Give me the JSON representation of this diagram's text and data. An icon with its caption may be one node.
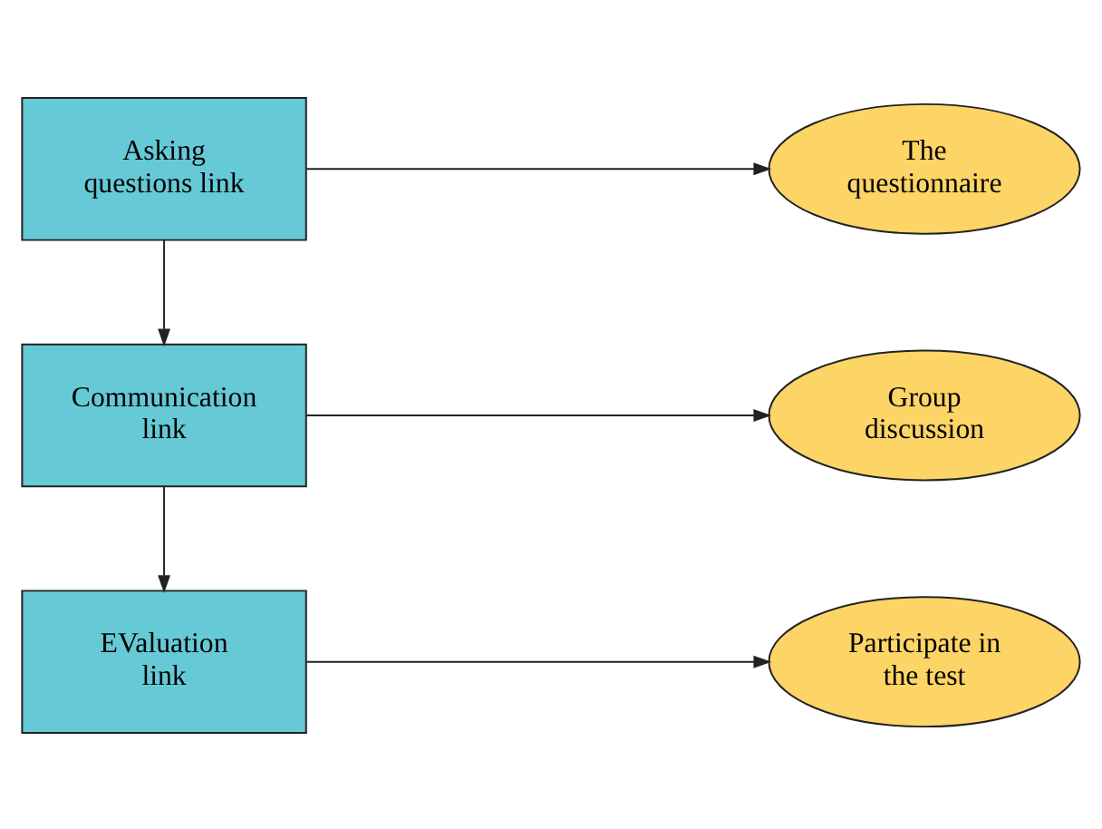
{
  "diagram": {
    "nodes": [
      {
        "text": [
          "Asking questions link"
        ]
      },
      {
        "text": [
          "The questionnaire"
        ]
      },
      {
        "text": [
          "Communication link"
        ]
      },
      {
        "text": [
          "Group discussion"
        ]
      },
      {
        "text": [
          "EValuation link"
        ]
      },
      {
        "text": [
          "Participate in the test"
        ]
      }
    ],
    "edges": [
      {
        "from": 0,
        "to": 1,
        "arrow": "to"
      },
      {
        "from": 0,
        "to": 2,
        "arrow": "to"
      },
      {
        "from": 2,
        "to": 3,
        "arrow": "to"
      },
      {
        "from": 2,
        "to": 4,
        "arrow": "to"
      },
      {
        "from": 4,
        "to": 5,
        "arrow": "to"
      }
    ]
  }
}
